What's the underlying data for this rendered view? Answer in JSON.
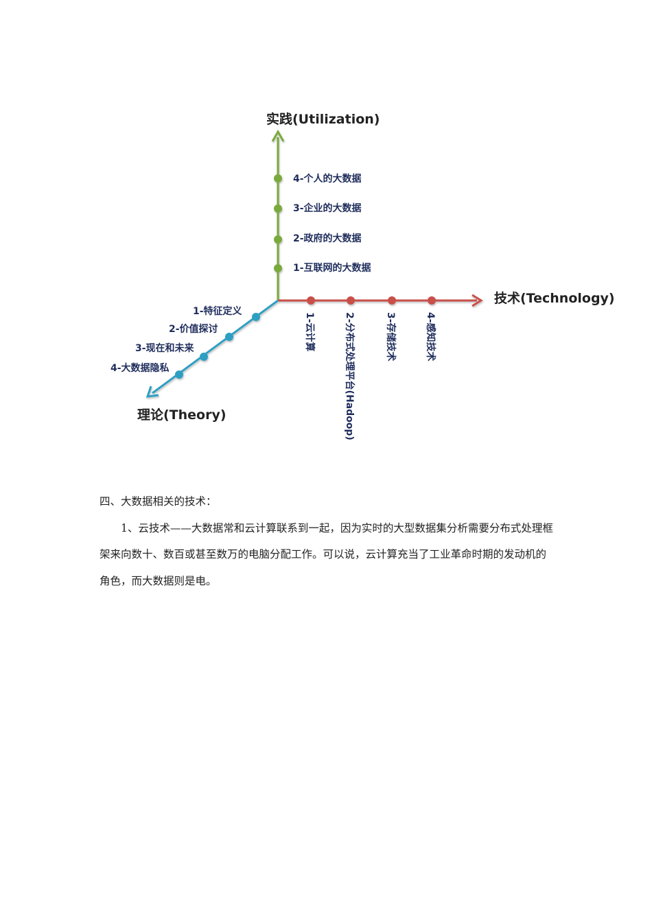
{
  "diagram": {
    "practice_axis": {
      "title": "实践(Utilization)",
      "color": "#7aaa3e",
      "items": [
        "4-个人的大数据",
        "3-企业的大数据",
        "2-政府的大数据",
        "1-互联网的大数据"
      ]
    },
    "technology_axis": {
      "title": "技术(Technology)",
      "color": "#c9504a",
      "items": [
        "1-云计算",
        "2-分布式处理平台(Hadoop)",
        "3-存储技术",
        "4-感知技术"
      ]
    },
    "theory_axis": {
      "title": "理论(Theory)",
      "color": "#2f9fc2",
      "items": [
        "1-特征定义",
        "2-价值探讨",
        "3-现在和未来",
        "4-大数据隐私"
      ]
    }
  },
  "text": {
    "heading": "四、大数据相关的技术：",
    "paragraph": "1、云技术——大数据常和云计算联系到一起，因为实时的大型数据集分析需要分布式处理框架来向数十、数百或甚至数万的电脑分配工作。可以说，云计算充当了工业革命时期的发动机的角色，而大数据则是电。"
  }
}
